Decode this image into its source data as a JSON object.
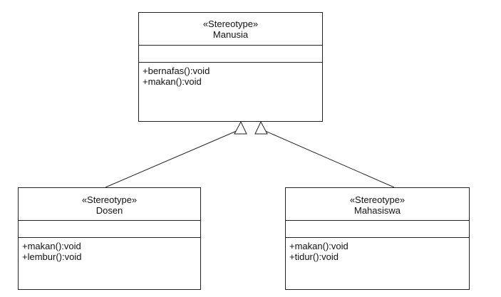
{
  "classes": {
    "manusia": {
      "stereotype": "«Stereotype»",
      "name": "Manusia",
      "attributes": [],
      "operations": [
        "+bernafas():void",
        "+makan():void"
      ]
    },
    "dosen": {
      "stereotype": "«Stereotype»",
      "name": "Dosen",
      "attributes": [],
      "operations": [
        "+makan():void",
        "+lembur():void"
      ]
    },
    "mahasiswa": {
      "stereotype": "«Stereotype»",
      "name": "Mahasiswa",
      "attributes": [],
      "operations": [
        "+makan():void",
        "+tidur():void"
      ]
    }
  },
  "relationships": [
    {
      "type": "generalization",
      "from": "Dosen",
      "to": "Manusia"
    },
    {
      "type": "generalization",
      "from": "Mahasiswa",
      "to": "Manusia"
    }
  ],
  "colors": {
    "line": "#222222",
    "background": "#ffffff",
    "text": "#111111"
  }
}
